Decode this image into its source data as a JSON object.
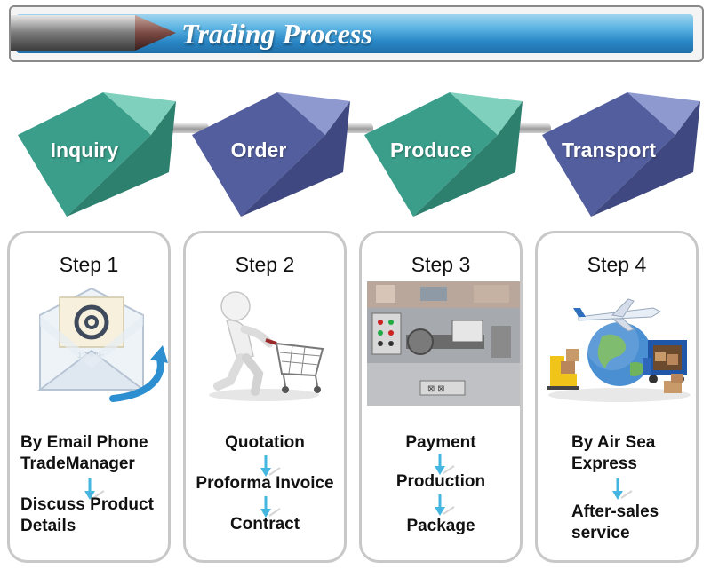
{
  "banner": {
    "title": "Trading Process"
  },
  "stages": [
    {
      "label": "Inquiry",
      "color": "#3a9e8a"
    },
    {
      "label": "Order",
      "color": "#535e9e"
    },
    {
      "label": "Produce",
      "color": "#3a9e8a"
    },
    {
      "label": "Transport",
      "color": "#535e9e"
    }
  ],
  "steps": [
    {
      "title": "Step 1",
      "lines": [
        "By Email Phone",
        "TradeManager",
        "Discuss Product",
        "Details"
      ]
    },
    {
      "title": "Step 2",
      "lines": [
        "Quotation",
        "Proforma Invoice",
        "Contract"
      ]
    },
    {
      "title": "Step 3",
      "lines": [
        "Payment",
        "Production",
        "Package"
      ]
    },
    {
      "title": "Step 4",
      "lines": [
        "By Air Sea",
        "Express",
        "After-sales",
        "service"
      ]
    }
  ],
  "colors": {
    "arrow": "#45b6e0",
    "card_border": "#c8c8c8",
    "banner": "#2a87c6"
  },
  "icons": [
    "pen-icon",
    "email-envelope-icon",
    "person-with-cart-icon",
    "lathe-machine-icon",
    "globe-logistics-icon",
    "down-arrow-icon"
  ]
}
